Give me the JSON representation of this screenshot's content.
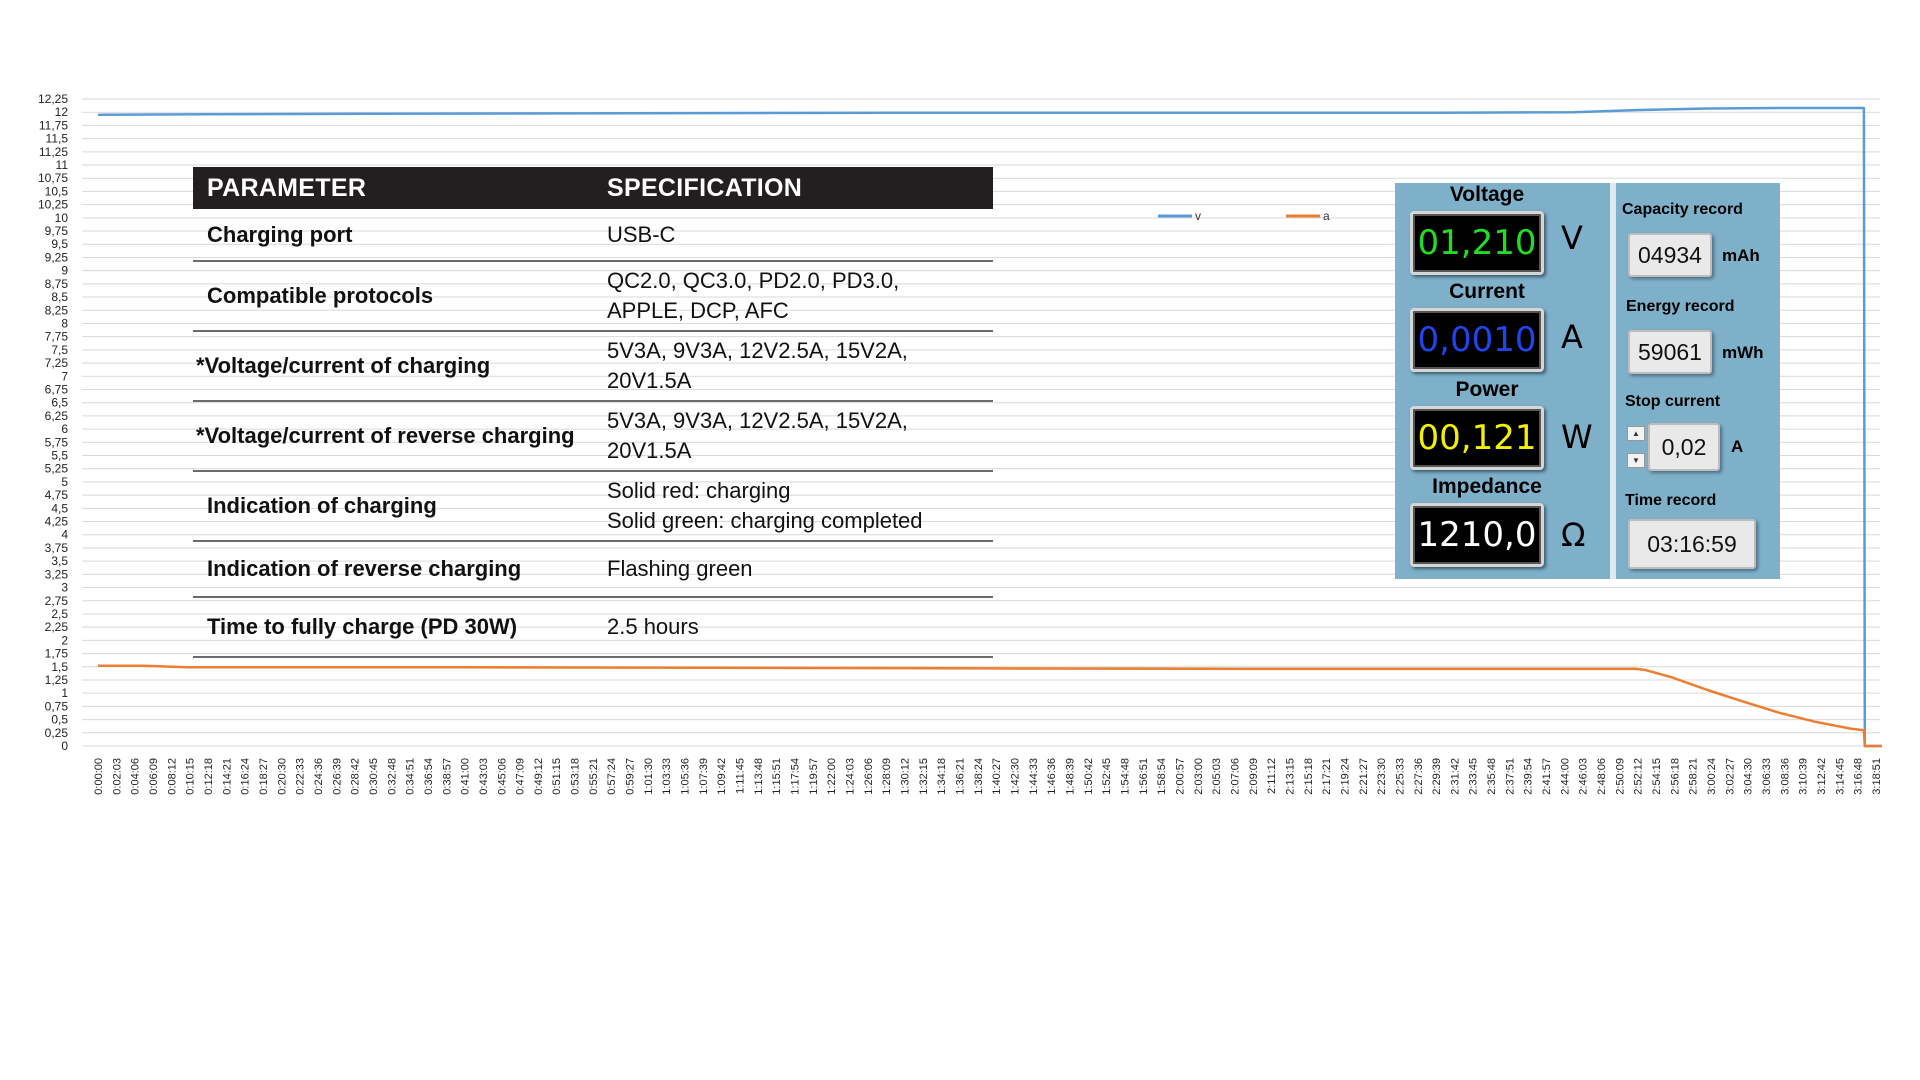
{
  "chart_data": {
    "type": "line",
    "title": "",
    "xlabel": "",
    "ylabel": "",
    "ylim": [
      0,
      12.25
    ],
    "ytick_step": 0.25,
    "grid": true,
    "legend": {
      "placement": "top-center"
    },
    "x_ticks": [
      "0:00:00",
      "0:02:03",
      "0:04:06",
      "0:06:09",
      "0:08:12",
      "0:10:15",
      "0:12:18",
      "0:14:21",
      "0:16:24",
      "0:18:27",
      "0:20:30",
      "0:22:33",
      "0:24:36",
      "0:26:39",
      "0:28:42",
      "0:30:45",
      "0:32:48",
      "0:34:51",
      "0:36:54",
      "0:38:57",
      "0:41:00",
      "0:43:03",
      "0:45:06",
      "0:47:09",
      "0:49:12",
      "0:51:15",
      "0:53:18",
      "0:55:21",
      "0:57:24",
      "0:59:27",
      "1:01:30",
      "1:03:33",
      "1:05:36",
      "1:07:39",
      "1:09:42",
      "1:11:45",
      "1:13:48",
      "1:15:51",
      "1:17:54",
      "1:19:57",
      "1:22:00",
      "1:24:03",
      "1:26:06",
      "1:28:09",
      "1:30:12",
      "1:32:15",
      "1:34:18",
      "1:36:21",
      "1:38:24",
      "1:40:27",
      "1:42:30",
      "1:44:33",
      "1:46:36",
      "1:48:39",
      "1:50:42",
      "1:52:45",
      "1:54:48",
      "1:56:51",
      "1:58:54",
      "2:00:57",
      "2:03:00",
      "2:05:03",
      "2:07:06",
      "2:09:09",
      "2:11:12",
      "2:13:15",
      "2:15:18",
      "2:17:21",
      "2:19:24",
      "2:21:27",
      "2:23:30",
      "2:25:33",
      "2:27:36",
      "2:29:39",
      "2:31:42",
      "2:33:45",
      "2:35:48",
      "2:37:51",
      "2:39:54",
      "2:41:57",
      "2:44:00",
      "2:46:03",
      "2:48:06",
      "2:50:09",
      "2:52:12",
      "2:54:15",
      "2:56:18",
      "2:58:21",
      "3:00:24",
      "3:02:27",
      "3:04:30",
      "3:06:33",
      "3:08:36",
      "3:10:39",
      "3:12:42",
      "3:14:45",
      "3:16:48",
      "3:18:51"
    ],
    "series": [
      {
        "name": "v",
        "color": "#5b9bd5",
        "points": [
          [
            0,
            11.95
          ],
          [
            12,
            11.96
          ],
          [
            30,
            11.97
          ],
          [
            60,
            11.98
          ],
          [
            90,
            11.99
          ],
          [
            120,
            11.99
          ],
          [
            150,
            11.99
          ],
          [
            165,
            12.0
          ],
          [
            172,
            12.04
          ],
          [
            180,
            12.07
          ],
          [
            188,
            12.08
          ],
          [
            192,
            12.08
          ],
          [
            197.5,
            12.08
          ],
          [
            197.6,
            0
          ],
          [
            199.5,
            0
          ]
        ]
      },
      {
        "name": "a",
        "color": "#ed7d31",
        "points": [
          [
            0,
            1.52
          ],
          [
            5,
            1.52
          ],
          [
            10,
            1.49
          ],
          [
            40,
            1.49
          ],
          [
            70,
            1.48
          ],
          [
            100,
            1.47
          ],
          [
            130,
            1.46
          ],
          [
            150,
            1.46
          ],
          [
            172,
            1.46
          ],
          [
            173,
            1.44
          ],
          [
            176,
            1.3
          ],
          [
            180,
            1.06
          ],
          [
            184,
            0.84
          ],
          [
            188,
            0.63
          ],
          [
            192,
            0.46
          ],
          [
            196,
            0.33
          ],
          [
            197.5,
            0.3
          ],
          [
            197.6,
            0
          ],
          [
            199.5,
            0
          ]
        ]
      }
    ]
  },
  "spec_table": {
    "header_param": "PARAMETER",
    "header_spec": "SPECIFICATION",
    "rows": [
      {
        "param": "Charging port",
        "spec": [
          "USB-C"
        ]
      },
      {
        "param": "Compatible protocols",
        "spec": [
          "QC2.0, QC3.0, PD2.0, PD3.0,",
          "APPLE, DCP, AFC"
        ]
      },
      {
        "param": "*Voltage/current of charging",
        "spec": [
          "5V3A, 9V3A, 12V2.5A, 15V2A, 20V1.5A"
        ]
      },
      {
        "param": "*Voltage/current of reverse charging",
        "spec": [
          "5V3A, 9V3A, 12V2.5A, 15V2A, 20V1.5A"
        ]
      },
      {
        "param": "Indication of charging",
        "spec": [
          "Solid red: charging",
          "Solid green: charging completed"
        ]
      },
      {
        "param": "Indication of reverse charging",
        "spec": [
          "Flashing green"
        ]
      },
      {
        "param": "Time to fully charge (PD 30W)",
        "spec": [
          "2.5 hours"
        ]
      }
    ]
  },
  "meter": {
    "voltage": {
      "label": "Voltage",
      "value": "01,210",
      "unit": "V",
      "color": "#22dd22"
    },
    "current": {
      "label": "Current",
      "value": "0,0010",
      "unit": "A",
      "color": "#2244ee"
    },
    "power": {
      "label": "Power",
      "value": "00,121",
      "unit": "W",
      "color": "#f2f200"
    },
    "impedance": {
      "label": "Impedance",
      "value": "1210,0",
      "unit": "Ω",
      "color": "#ffffff"
    },
    "capacity": {
      "label": "Capacity record",
      "value": "04934",
      "unit": "mAh"
    },
    "energy": {
      "label": "Energy record",
      "value": "59061",
      "unit": "mWh"
    },
    "stop": {
      "label": "Stop current",
      "value": "0,02",
      "unit": "A"
    },
    "time": {
      "label": "Time record",
      "value": "03:16:59"
    }
  }
}
